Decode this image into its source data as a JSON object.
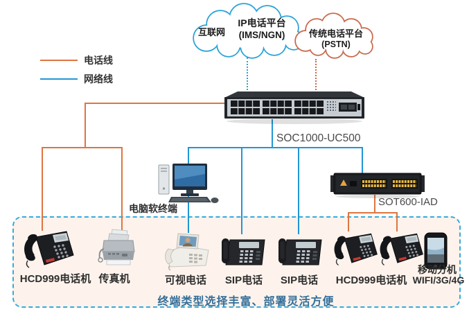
{
  "legend": {
    "items": [
      {
        "label": "电话线"
      },
      {
        "label": "网络线"
      }
    ]
  },
  "clouds": {
    "ip": {
      "prefix": "互联网",
      "title": "IP电话平台",
      "subtitle": "(IMS/NGN)"
    },
    "pstn": {
      "title": "传统电话平台",
      "subtitle": "(PSTN)"
    }
  },
  "core": {
    "switch_label": "SOC1000-UC500",
    "softphone_label": "电脑软终端",
    "iad_label": "SOT600-IAD"
  },
  "terminals": [
    {
      "id": "hcd999-left",
      "label": "HCD999电话机"
    },
    {
      "id": "fax",
      "label": "传真机"
    },
    {
      "id": "video-phone",
      "label": "可视电话"
    },
    {
      "id": "sip-phone-1",
      "label": "SIP电话"
    },
    {
      "id": "sip-phone-2",
      "label": "SIP电话"
    },
    {
      "id": "hcd999-right",
      "label": "HCD999电话机"
    },
    {
      "id": "mobile",
      "label": "移动分机",
      "sublabel": "WIFI/3G/4G"
    }
  ],
  "caption": "终端类型选择丰富、部署灵活方便",
  "colors": {
    "phone_line": "#de7540",
    "network_line": "#2196d3",
    "ip_cloud": "#2aa2d8",
    "pstn_cloud": "#c9694a",
    "box_border": "#35aadb",
    "box_fill": "#fdf3ec",
    "caption_text": "#336e99"
  }
}
